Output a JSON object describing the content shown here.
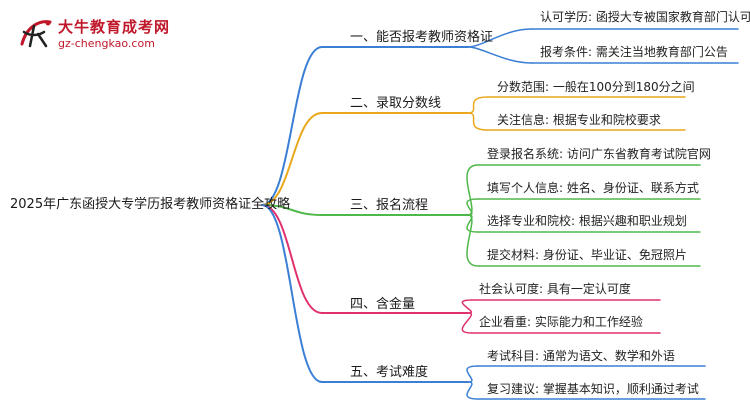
{
  "logo": {
    "title": "大牛教育成考网",
    "url": "gz-chengkao.com"
  },
  "root": {
    "label": "2025年广东函授大专学历报考教师资格证全攻略"
  },
  "branches": [
    {
      "label": "一、能否报考教师资格证",
      "color": "#3a7fd5",
      "children": [
        "认可学历: 函授大专被国家教育部门认可",
        "报考条件: 需关注当地教育部门公告"
      ]
    },
    {
      "label": "二、录取分数线",
      "color": "#e9a81c",
      "children": [
        "分数范围: 一般在100分到180分之间",
        "关注信息: 根据专业和院校要求"
      ]
    },
    {
      "label": "三、报名流程",
      "color": "#4fb84a",
      "children": [
        "登录报名系统: 访问广东省教育考试院官网",
        "填写个人信息: 姓名、身份证、联系方式",
        "选择专业和院校: 根据兴趣和职业规划",
        "提交材料: 身份证、毕业证、免冠照片"
      ]
    },
    {
      "label": "四、含金量",
      "color": "#e0306e",
      "children": [
        "社会认可度: 具有一定认可度",
        "企业看重: 实际能力和工作经验"
      ]
    },
    {
      "label": "五、考试难度",
      "color": "#3a7fd5",
      "children": [
        "考试科目: 通常为语文、数学和外语",
        "复习建议: 掌握基本知识，顺利通过考试"
      ]
    }
  ]
}
